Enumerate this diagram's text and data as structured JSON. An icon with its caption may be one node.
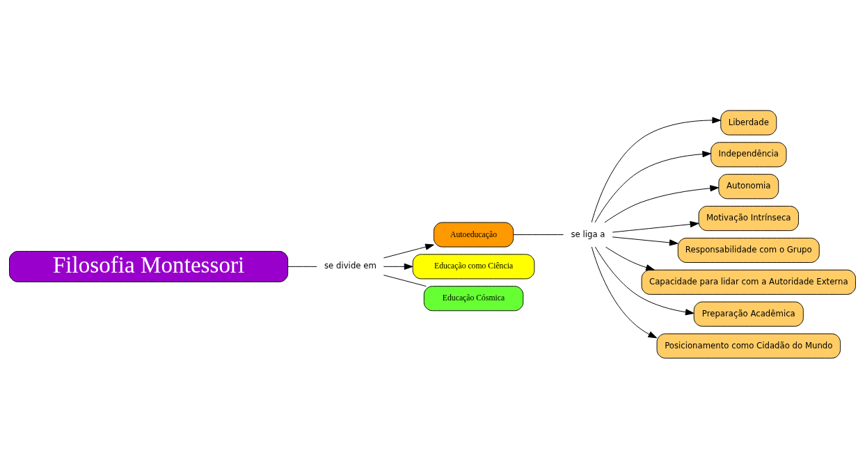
{
  "diagram": {
    "nodes": [
      {
        "text": [
          "Filosofia Montessori"
        ]
      },
      {
        "text": [
          "se divide em"
        ]
      },
      {
        "text": [
          "Autoeducação"
        ]
      },
      {
        "text": [
          "Educação como Ciência"
        ]
      },
      {
        "text": [
          "Educação Cósmica"
        ]
      },
      {
        "text": [
          "se liga a"
        ]
      },
      {
        "text": [
          "Liberdade"
        ]
      },
      {
        "text": [
          "Independência"
        ]
      },
      {
        "text": [
          "Autonomia"
        ]
      },
      {
        "text": [
          "Motivação Intrínseca"
        ]
      },
      {
        "text": [
          "Responsabilidade com o Grupo"
        ]
      },
      {
        "text": [
          "Capacidade para lidar com a Autoridade Externa"
        ]
      },
      {
        "text": [
          "Preparação Acadêmica"
        ]
      },
      {
        "text": [
          "Posicionamento como Cidadão do Mundo"
        ]
      }
    ],
    "edges": [
      {
        "from": 0,
        "to": 1,
        "arrow": "none"
      },
      {
        "from": 1,
        "to": 2,
        "arrow": "to"
      },
      {
        "from": 1,
        "to": 3,
        "arrow": "to"
      },
      {
        "from": 1,
        "to": 4,
        "arrow": "none"
      },
      {
        "from": 2,
        "to": 5,
        "arrow": "none"
      },
      {
        "from": 5,
        "to": 6,
        "arrow": "to"
      },
      {
        "from": 5,
        "to": 7,
        "arrow": "to"
      },
      {
        "from": 5,
        "to": 8,
        "arrow": "to"
      },
      {
        "from": 5,
        "to": 9,
        "arrow": "to"
      },
      {
        "from": 5,
        "to": 10,
        "arrow": "to"
      },
      {
        "from": 5,
        "to": 11,
        "arrow": "to"
      },
      {
        "from": 5,
        "to": 12,
        "arrow": "to"
      },
      {
        "from": 5,
        "to": 13,
        "arrow": "to"
      }
    ]
  }
}
